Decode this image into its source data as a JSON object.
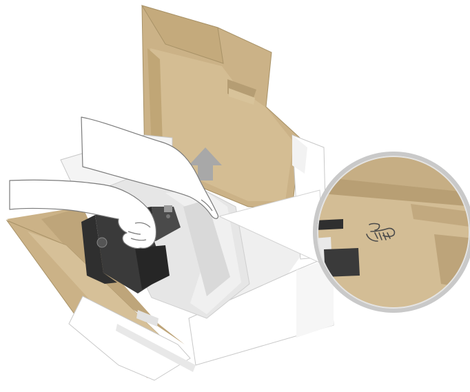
{
  "illustration": {
    "subject": "monitor-unboxing-instruction",
    "step_action": "lift-monitor-out-of-box",
    "arrow_direction": "up",
    "callout": {
      "shows": "hand-grip-symbol-on-box-insert",
      "icon": "hand-grip-icon"
    },
    "colors": {
      "cardboard": "#cbb287",
      "cardboard_dark": "#b59d73",
      "box_white": "#ffffff",
      "outline": "#c8c8c8",
      "monitor": "#2f2f2f",
      "bag": "#e6e6e6",
      "arrow": "#a8a8a8"
    }
  }
}
